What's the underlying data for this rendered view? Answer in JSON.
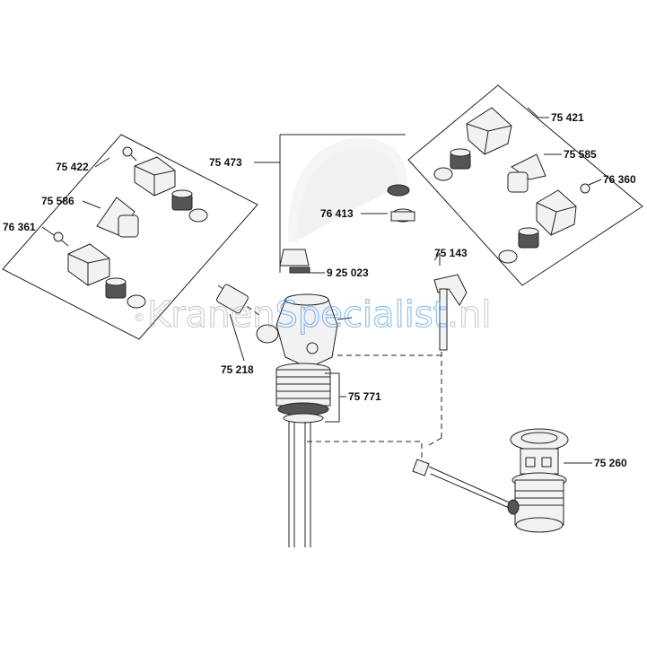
{
  "labels": {
    "l75422": "75 422",
    "l75586": "75 586",
    "l76361": "76 361",
    "l75473": "75 473",
    "l76413": "76 413",
    "l925023": "9 25 023",
    "l75143": "75 143",
    "l75421": "75 421",
    "l75585": "75 585",
    "l76360": "76 360",
    "l75218": "75 218",
    "l75771": "75 771",
    "l75260": "75 260"
  },
  "watermark": {
    "copyright": "©",
    "part1": "Kranen",
    "part2": "Specialist",
    "part3": ".nl"
  }
}
